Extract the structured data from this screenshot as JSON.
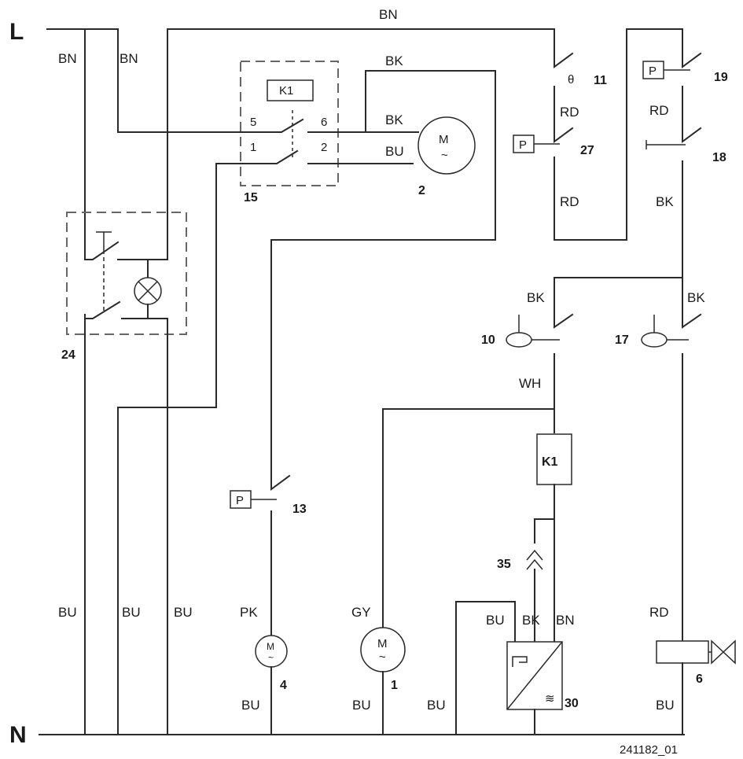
{
  "rails": {
    "top": "L",
    "bottom": "N"
  },
  "wire_labels": {
    "top_bn": "BN",
    "l_bn_a": "BN",
    "l_bn_b": "BN",
    "k1_bk_top": "BK",
    "k1_bk_mid": "BK",
    "k1_bu": "BU",
    "rd_11": "RD",
    "rd_27": "RD",
    "rd_19": "RD",
    "bk_18": "BK",
    "bk_10": "BK",
    "bk_17": "BK",
    "wh_10": "WH",
    "bu_1": "BU",
    "bu_2": "BU",
    "bu_3": "BU",
    "pk_4": "PK",
    "gy_1": "GY",
    "bu_30": "BU",
    "bk_30": "BK",
    "bn_30": "BN",
    "rd_6": "RD",
    "bu_m4": "BU",
    "bu_m1": "BU",
    "bu_30_bottom": "BU",
    "bu_6": "BU"
  },
  "components": {
    "c24": "24",
    "c15": "15",
    "c2": "2",
    "c11": "11",
    "c27": "27",
    "c19": "19",
    "c18": "18",
    "c10": "10",
    "c17": "17",
    "c13": "13",
    "c4": "4",
    "c1": "1",
    "c35": "35",
    "c30": "30",
    "c6": "6"
  },
  "relay": {
    "label_box": "K1",
    "coil_label": "K1",
    "pin5": "5",
    "pin6": "6",
    "pin1": "1",
    "pin2": "2"
  },
  "symbols": {
    "motor_m": "M",
    "motor_tilde": "~",
    "pressure_p": "P",
    "thermal": "θ"
  },
  "drawing_code": "241182_01"
}
